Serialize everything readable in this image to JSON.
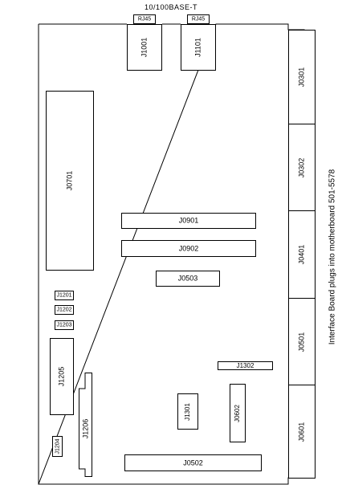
{
  "header": {
    "ethernet_label": "10/100BASE-T"
  },
  "side_note": "Interface Board plugs into motherboard 501-5578",
  "connectors": {
    "rj45_left": {
      "tag": "RJ45",
      "label": "J1001"
    },
    "rj45_right": {
      "tag": "RJ45",
      "label": "J1101"
    },
    "j0301": "J0301",
    "j0302": "J0302",
    "j0401": "J0401",
    "j0501": "J0501",
    "j0601": "J0601",
    "j0701": "J0701",
    "j0901": "J0901",
    "j0902": "J0902",
    "j0503": "J0503",
    "j1201": "J1201",
    "j1202": "J1202",
    "j1203": "J1203",
    "j1205": "J1205",
    "j1206": "J1206",
    "j1204": "J1204",
    "j1302": "J1302",
    "j1301": "J1301",
    "j0602": "J0602",
    "j0502": "J0502"
  }
}
